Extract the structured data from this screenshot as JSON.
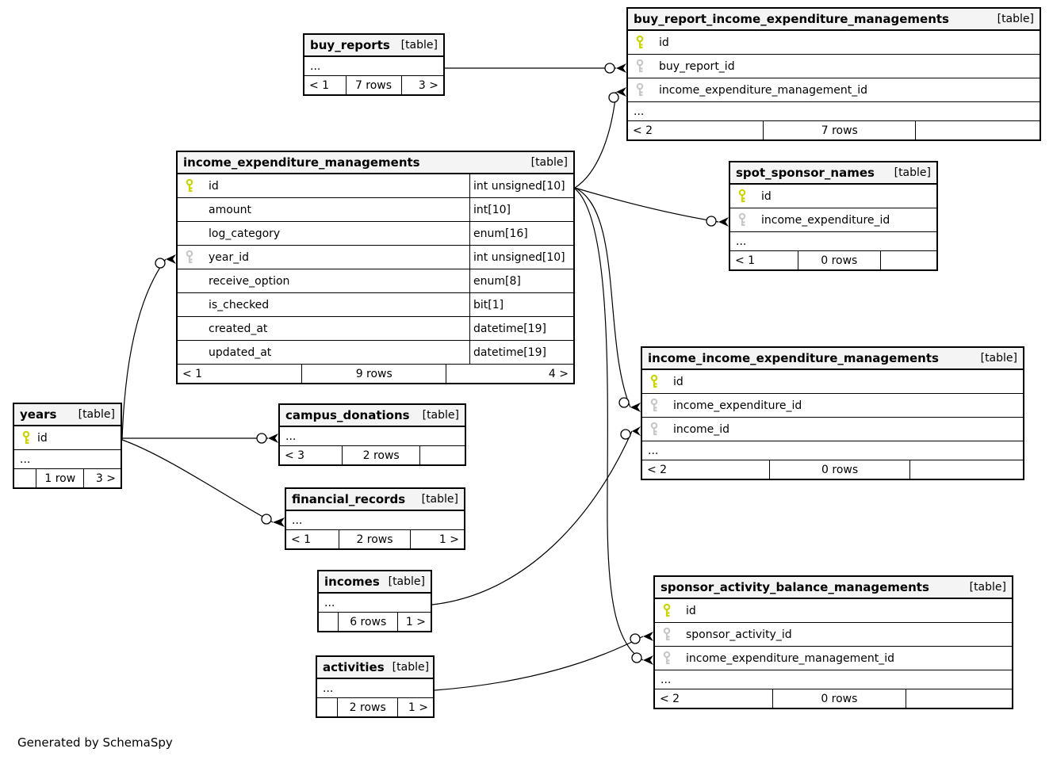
{
  "note": "Generated by SchemaSpy",
  "colors": {
    "primary_key": "#c9d400",
    "foreign_key": "#c8c8c8",
    "header_bg": "#f4f4f4",
    "border": "#000000",
    "line": "#000000"
  },
  "tables": {
    "buy_reports": {
      "title": "buy_reports",
      "tag": "[table]",
      "ellipsis": "...",
      "footer": [
        "< 1",
        "7 rows",
        "3 >"
      ]
    },
    "buy_report_managements": {
      "title": "buy_report_income_expenditure_managements",
      "tag": "[table]",
      "ellipsis": "...",
      "columns": [
        {
          "icon": "pk",
          "name": "id"
        },
        {
          "icon": "fk",
          "name": "buy_report_id"
        },
        {
          "icon": "fk",
          "name": "income_expenditure_management_id"
        }
      ],
      "footer": [
        "< 2",
        "7 rows",
        ""
      ]
    },
    "income_expenditure_managements": {
      "title": "income_expenditure_managements",
      "tag": "[table]",
      "columns": [
        {
          "icon": "pk",
          "name": "id",
          "type": "int unsigned[10]"
        },
        {
          "icon": "",
          "name": "amount",
          "type": "int[10]"
        },
        {
          "icon": "",
          "name": "log_category",
          "type": "enum[16]"
        },
        {
          "icon": "fk",
          "name": "year_id",
          "type": "int unsigned[10]"
        },
        {
          "icon": "",
          "name": "receive_option",
          "type": "enum[8]"
        },
        {
          "icon": "",
          "name": "is_checked",
          "type": "bit[1]"
        },
        {
          "icon": "",
          "name": "created_at",
          "type": "datetime[19]"
        },
        {
          "icon": "",
          "name": "updated_at",
          "type": "datetime[19]"
        }
      ],
      "footer": [
        "< 1",
        "9 rows",
        "4 >"
      ]
    },
    "spot_sponsor_names": {
      "title": "spot_sponsor_names",
      "tag": "[table]",
      "ellipsis": "...",
      "columns": [
        {
          "icon": "pk",
          "name": "id"
        },
        {
          "icon": "fk",
          "name": "income_expenditure_id"
        }
      ],
      "footer": [
        "< 1",
        "0 rows",
        ""
      ]
    },
    "income_managements": {
      "title": "income_income_expenditure_managements",
      "tag": "[table]",
      "ellipsis": "...",
      "columns": [
        {
          "icon": "pk",
          "name": "id"
        },
        {
          "icon": "fk",
          "name": "income_expenditure_id"
        },
        {
          "icon": "fk",
          "name": "income_id"
        }
      ],
      "footer": [
        "< 2",
        "0 rows",
        ""
      ]
    },
    "years": {
      "title": "years",
      "tag": "[table]",
      "ellipsis": "...",
      "columns": [
        {
          "icon": "pk",
          "name": "id"
        }
      ],
      "footer": [
        "",
        "1 row",
        "3 >"
      ]
    },
    "campus_donations": {
      "title": "campus_donations",
      "tag": "[table]",
      "ellipsis": "...",
      "footer": [
        "< 3",
        "2 rows",
        ""
      ]
    },
    "financial_records": {
      "title": "financial_records",
      "tag": "[table]",
      "ellipsis": "...",
      "footer": [
        "< 1",
        "2 rows",
        "1 >"
      ]
    },
    "incomes": {
      "title": "incomes",
      "tag": "[table]",
      "ellipsis": "...",
      "footer": [
        "",
        "6 rows",
        "1 >"
      ]
    },
    "activities": {
      "title": "activities",
      "tag": "[table]",
      "ellipsis": "...",
      "footer": [
        "",
        "2 rows",
        "1 >"
      ]
    },
    "sponsor_activity_balance_managements": {
      "title": "sponsor_activity_balance_managements",
      "tag": "[table]",
      "ellipsis": "...",
      "columns": [
        {
          "icon": "pk",
          "name": "id"
        },
        {
          "icon": "fk",
          "name": "sponsor_activity_id"
        },
        {
          "icon": "fk",
          "name": "income_expenditure_management_id"
        }
      ],
      "footer": [
        "< 2",
        "0 rows",
        ""
      ]
    }
  }
}
